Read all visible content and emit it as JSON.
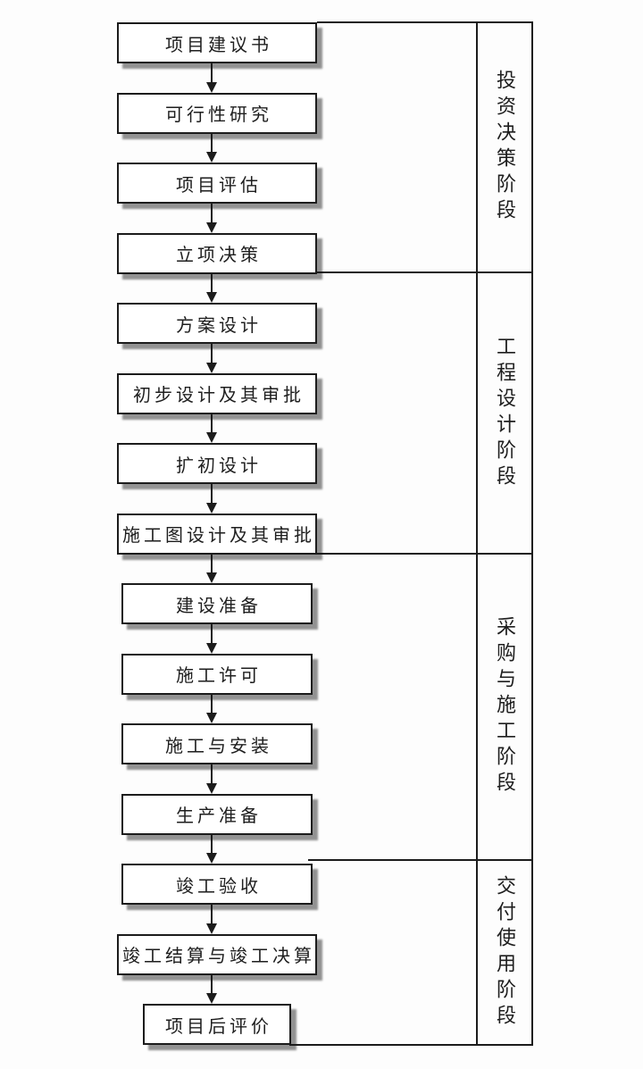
{
  "flow": {
    "steps": [
      {
        "label": "项目建议书"
      },
      {
        "label": "可行性研究"
      },
      {
        "label": "项目评估"
      },
      {
        "label": "立项决策"
      },
      {
        "label": "方案设计"
      },
      {
        "label": "初步设计及其审批"
      },
      {
        "label": "扩初设计"
      },
      {
        "label": "施工图设计及其审批"
      },
      {
        "label": "建设准备"
      },
      {
        "label": "施工许可"
      },
      {
        "label": "施工与安装"
      },
      {
        "label": "生产准备"
      },
      {
        "label": "竣工验收"
      },
      {
        "label": "竣工结算与竣工决算"
      },
      {
        "label": "项目后评价"
      }
    ]
  },
  "phases": [
    {
      "label": "投资决策阶段"
    },
    {
      "label": "工程设计阶段"
    },
    {
      "label": "采购与施工阶段"
    },
    {
      "label": "交付使用阶段"
    }
  ],
  "colors": {
    "line": "#1c1c1c",
    "box_background": "#ffffff",
    "page_background": "#fdfdfd",
    "shadow": "#6e6e6e"
  }
}
